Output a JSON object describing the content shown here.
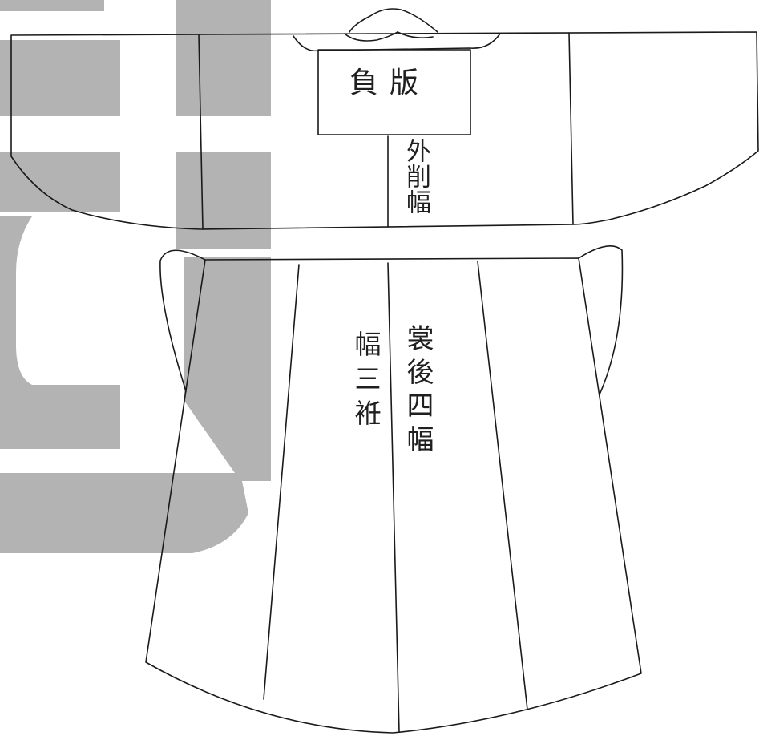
{
  "labels": {
    "fuban": "負版",
    "waixuefu": "外削幅",
    "shanghousifu": "裳後四幅",
    "fusanren": "幅三袵"
  },
  "colors": {
    "ink": "#1a1a1a",
    "watermark": "#b3b3b3",
    "paper": "#ffffff"
  }
}
